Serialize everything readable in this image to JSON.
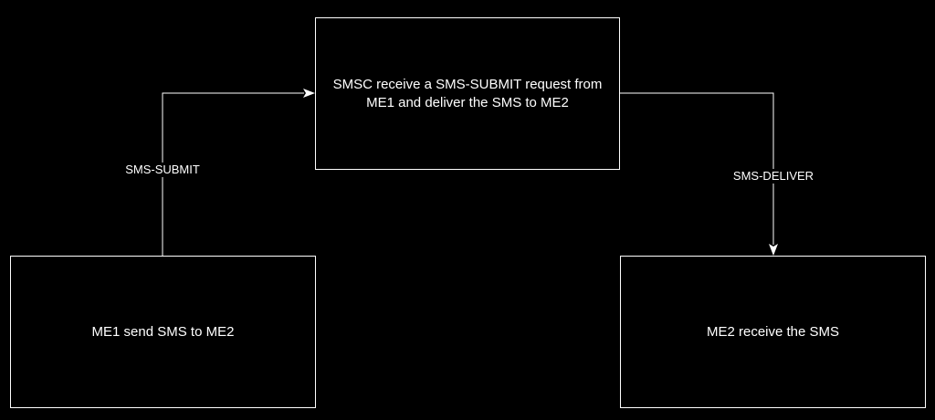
{
  "diagram": {
    "nodes": {
      "smsc": "SMSC receive a SMS-SUBMIT request from ME1 and deliver the SMS to ME2",
      "me1": "ME1 send SMS to ME2",
      "me2": "ME2 receive the SMS"
    },
    "edges": {
      "submit": "SMS-SUBMIT",
      "deliver": "SMS-DELIVER"
    }
  },
  "colors": {
    "background": "#000000",
    "stroke": "#ffffff",
    "text": "#ffffff"
  }
}
